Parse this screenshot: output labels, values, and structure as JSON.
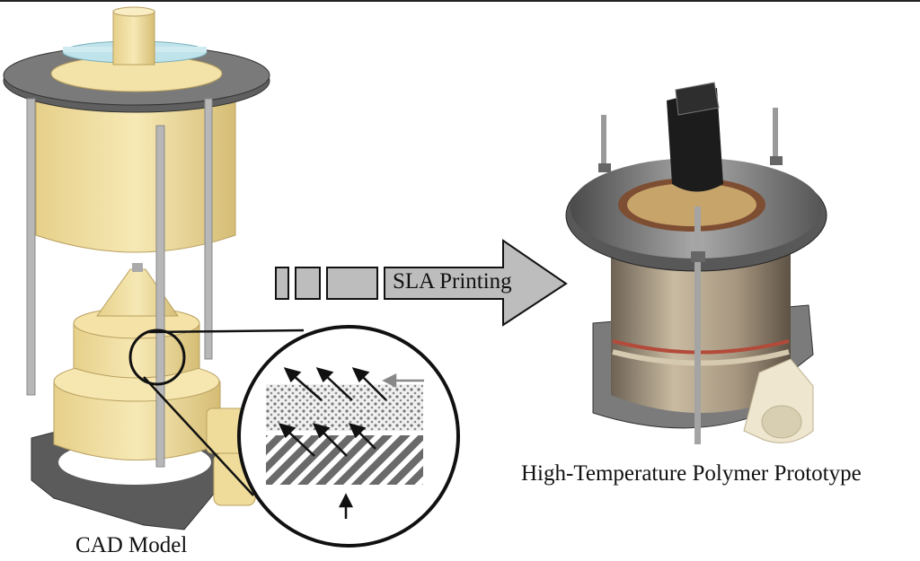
{
  "labels": {
    "cad_model": "CAD Model",
    "process": "SLA Printing",
    "prototype": "High-Temperature Polymer Prototype"
  },
  "colors": {
    "resin_yellow": "#f3e3a8",
    "resin_shadow": "#d9c37e",
    "plate_gray": "#6e6e6e",
    "rod_gray": "#b8b8b8",
    "glass_blue": "#bfe3ea",
    "arrow_fill": "#bdbdbd",
    "steel": "#8d8d8d",
    "dark_cap": "#1c1c1c"
  }
}
